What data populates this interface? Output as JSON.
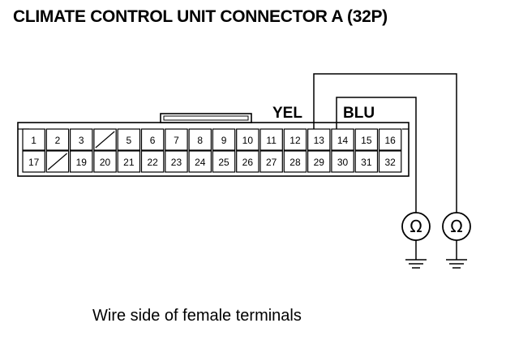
{
  "title": "CLIMATE CONTROL UNIT CONNECTOR A (32P)",
  "caption": "Wire side of female terminals",
  "wire_labels": {
    "yel": "YEL",
    "blu": "BLU"
  },
  "top_row": [
    "1",
    "2",
    "3",
    "",
    "5",
    "6",
    "7",
    "8",
    "9",
    "10",
    "11",
    "12",
    "13",
    "14",
    "15",
    "16"
  ],
  "bottom_row": [
    "17",
    "",
    "19",
    "20",
    "21",
    "22",
    "23",
    "24",
    "25",
    "26",
    "27",
    "28",
    "29",
    "30",
    "31",
    "32"
  ],
  "meter_symbol": "Ω",
  "colors": {
    "line": "#000000",
    "background": "#ffffff"
  }
}
